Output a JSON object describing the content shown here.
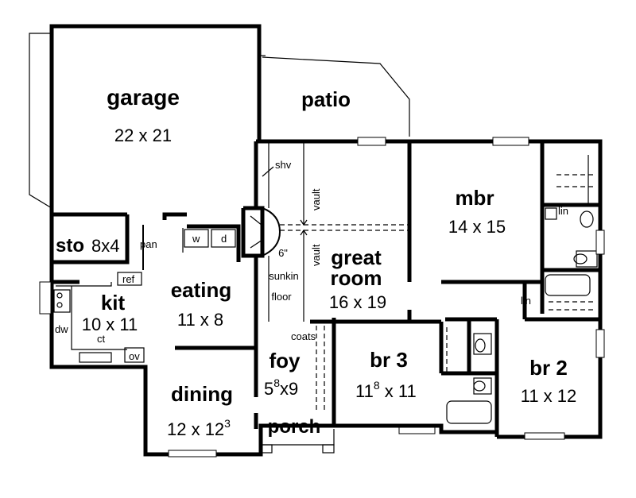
{
  "rooms": {
    "garage": {
      "name": "garage",
      "dim": "22 x 21"
    },
    "patio": {
      "name": "patio"
    },
    "sto": {
      "name": "sto",
      "dim": "8x4"
    },
    "pan": {
      "name": "pan"
    },
    "kit": {
      "name": "kit",
      "dim": "10 x 11"
    },
    "eating": {
      "name": "eating",
      "dim": "11 x 8"
    },
    "dining": {
      "name": "dining",
      "dim_base": "12 x 12",
      "dim_sup": "3"
    },
    "great_room": {
      "name_line1": "great",
      "name_line2": "room",
      "dim": "16 x 19"
    },
    "foyer": {
      "name": "foy",
      "dim_a": "5",
      "dim_sup": "8",
      "dim_b": "x9"
    },
    "porch": {
      "name": "porch"
    },
    "mbr": {
      "name": "mbr",
      "dim": "14 x 15"
    },
    "br3": {
      "name": "br 3",
      "dim_a": "11",
      "dim_sup": "8",
      "dim_b": " x 11"
    },
    "br2": {
      "name": "br 2",
      "dim": "11 x 12"
    }
  },
  "labels": {
    "shv": "shv",
    "vault_top": "vault",
    "vault_bottom": "vault",
    "sunken_1": "6\"",
    "sunken_2": "sunkin",
    "sunken_3": "floor",
    "w": "w",
    "d": "d",
    "ref": "ref",
    "dw": "dw",
    "ct": "ct",
    "ov": "ov",
    "coats": "coats",
    "lin_mbr": "lin",
    "lin_hall": "lin"
  }
}
